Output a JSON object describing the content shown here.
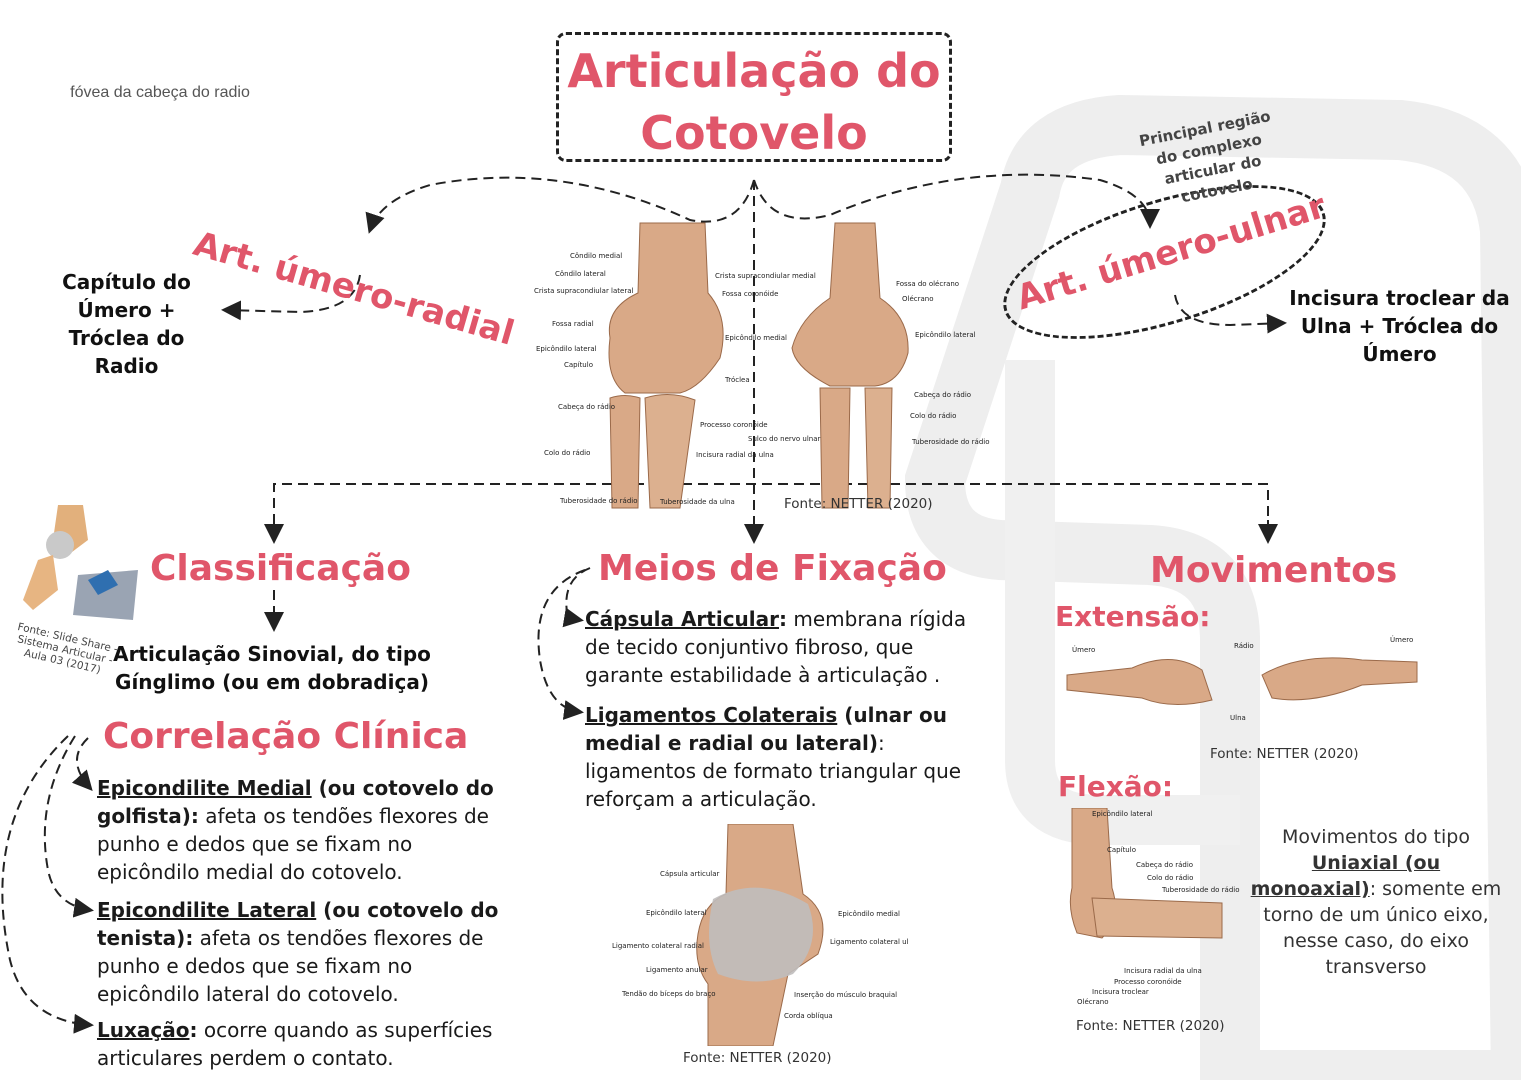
{
  "title": {
    "line1": "Articulação do",
    "line2": "Cotovelo"
  },
  "side_note": "fóvea da cabeça do radio",
  "art_umero_radial": {
    "label": "Art. úmero-radial",
    "description": "Capítulo do Úmero + Tróclea do Radio"
  },
  "art_umero_ulnar": {
    "label": "Art. úmero-ulnar",
    "note": "Principal região do complexo articular do cotovelo",
    "description": "Incisura troclear da Ulna + Tróclea do Úmero"
  },
  "source": "Fonte: NETTER (2020)",
  "anatomy_labels_anterior": [
    "Côndilo medial",
    "Côndilo lateral",
    "Crista supracondiular lateral",
    "Fossa radial",
    "Epicôndilo lateral",
    "Capítulo",
    "Cabeça do rádio",
    "Colo do rádio",
    "Tuberosidade do rádio",
    "Crista supracondiular medial",
    "Fossa coronóide",
    "Epicôndilo medial",
    "Tróclea",
    "Processo coronóide",
    "Sulco do nervo ulnar",
    "Incisura radial da ulna",
    "Tuberosidade da ulna"
  ],
  "anatomy_labels_posterior": [
    "Fossa do olécrano",
    "Olécrano",
    "Epicôndilo lateral",
    "Cabeça do rádio",
    "Colo do rádio",
    "Tuberosidade do rádio"
  ],
  "classificacao": {
    "heading": "Classificação",
    "text": "Articulação Sinovial, do tipo Gínglimo (ou em dobradiça)",
    "image_caption": "Fonte: Slide Share - Sistema Articular - Aula 03 (2017)"
  },
  "correlacao": {
    "heading": "Correlação Clínica",
    "items": [
      {
        "term": "Epicondilite Medial",
        "term_rest": " (ou cotovelo do golfista):",
        "text": " afeta os tendões flexores de punho e dedos que se fixam no epicôndilo medial do cotovelo."
      },
      {
        "term": "Epicondilite Lateral",
        "term_rest": " (ou cotovelo do tenista):",
        "text": " afeta os tendões flexores de punho e dedos que se fixam no epicôndilo lateral do cotovelo."
      },
      {
        "term": "Luxação",
        "term_rest": ":",
        "text": " ocorre quando as superfícies articulares perdem o contato."
      }
    ]
  },
  "meios": {
    "heading": "Meios de Fixação",
    "items": [
      {
        "term": "Cápsula Articular",
        "term_rest": ":",
        "text": " membrana rígida de tecido conjuntivo fibroso, que garante estabilidade à articulação ."
      },
      {
        "term": "Ligamentos Colaterais",
        "term_rest": " (ulnar ou medial e radial ou lateral)",
        "text": ": ligamentos de formato triangular que reforçam a articulação."
      }
    ],
    "labels": [
      "Cápsula articular",
      "Epicôndilo lateral",
      "Ligamento colateral radial",
      "Ligamento anular",
      "Tendão do bíceps do braço",
      "Epicôndilo medial",
      "Ligamento colateral ulnar",
      "Inserção do músculo braquial",
      "Corda oblíqua"
    ]
  },
  "movimentos": {
    "heading": "Movimentos",
    "extensao": "Extensão:",
    "flexao": "Flexão:",
    "extensao_labels": [
      "Úmero",
      "Rádio",
      "Úmero",
      "Ulna"
    ],
    "flexao_labels": [
      "Epicôndilo lateral",
      "Capítulo",
      "Cabeça do rádio",
      "Colo do rádio",
      "Tuberosidade do rádio",
      "Incisura radial da ulna",
      "Processo coronóide",
      "Incisura troclear",
      "Olécrano"
    ],
    "tipo_prefix": "Movimentos do tipo",
    "tipo_term": "Uniaxial (ou monoaxial)",
    "tipo_text": ": somente em torno de um único eixo, nesse caso, do eixo transverso"
  },
  "colors": {
    "accent": "#e0566a",
    "text": "#1a1a1a",
    "bone": "#d9a987",
    "watermark": "#ececec"
  }
}
